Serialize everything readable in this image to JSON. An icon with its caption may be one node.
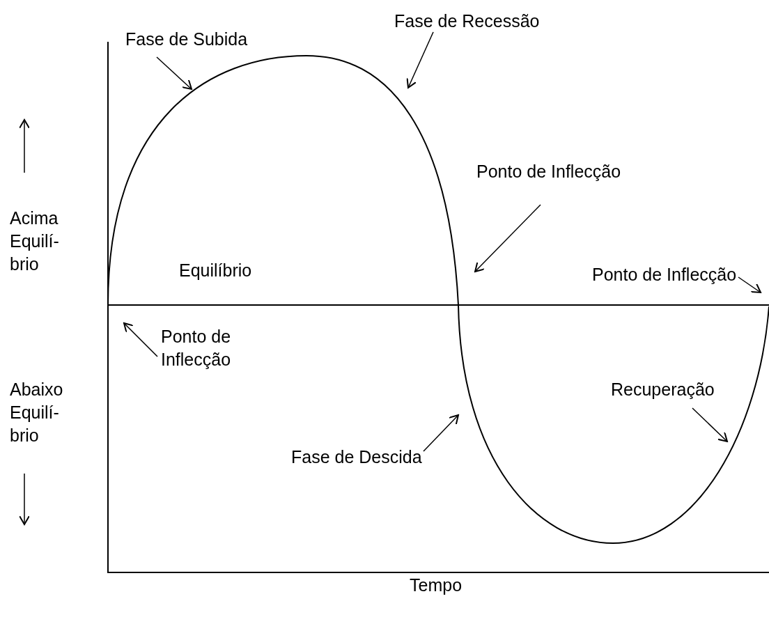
{
  "diagram": {
    "nodes": [
      {
        "text": [
          "Fase de Subida"
        ]
      },
      {
        "text": [
          "Fase de Recessão"
        ]
      },
      {
        "text": [
          "Ponto de Inflecção"
        ]
      },
      {
        "text": [
          "Ponto de Inflecção"
        ]
      },
      {
        "text": [
          "Ponto de Inflecção"
        ]
      },
      {
        "text": [
          "Recuperação"
        ]
      },
      {
        "text": [
          "Fase de Descida"
        ]
      }
    ],
    "edges": [
      {
        "from": 0,
        "to": null,
        "arrow": "to"
      },
      {
        "from": 1,
        "to": null,
        "arrow": "to"
      },
      {
        "from": 2,
        "to": null,
        "arrow": "to"
      },
      {
        "from": 3,
        "to": null,
        "arrow": "to"
      },
      {
        "from": 4,
        "to": null,
        "arrow": "to"
      },
      {
        "from": 5,
        "to": null,
        "arrow": "to"
      },
      {
        "from": 6,
        "to": null,
        "arrow": "to"
      }
    ],
    "labels": [
      "Acima Equilí- brio",
      "Equilíbrio",
      "Abaixo Equilí- brio",
      "Tempo"
    ]
  }
}
